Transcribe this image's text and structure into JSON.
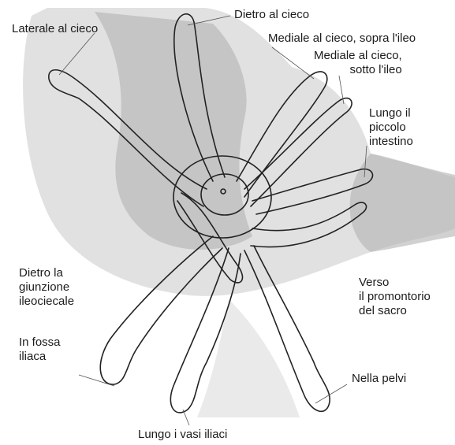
{
  "labels": {
    "lateral_cecum": "Laterale al cieco",
    "behind_cecum": "Dietro al cieco",
    "medial_above_ileum": "Mediale al cieco, sopra l'ileo",
    "medial_below_ileum": "Mediale al cieco,\nsotto l'ileo",
    "small_intestine": "Lungo il\npiccolo\nintestino",
    "behind_ileocecal": "Dietro la\ngiunzione\nileociecale",
    "sacral_promontory": "Verso\nil promontorio\ndel sacro",
    "iliac_fossa": "In fossa\niliaca",
    "pelvis": "Nella pelvi",
    "iliac_vessels": "Lungo i vasi iliaci"
  },
  "colors": {
    "background": "#ffffff",
    "drawing_shade": "#b9b9b9",
    "outline": "#222222",
    "text": "#1c1c1c"
  }
}
